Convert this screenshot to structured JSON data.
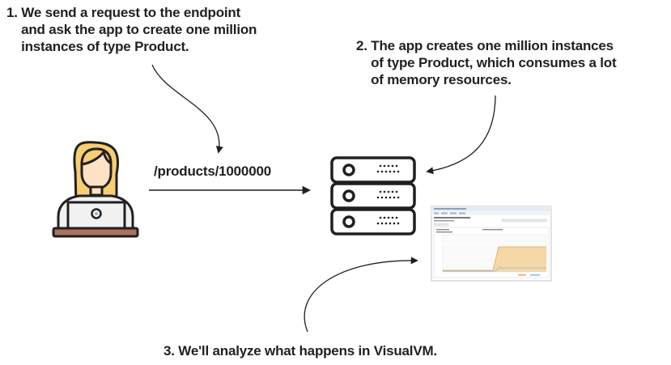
{
  "notes": {
    "step1": "1. We send a request to the endpoint\n    and ask the app to create one million\n    instances of type Product.",
    "step2": "2. The app creates one million instances\n    of type Product, which consumes a lot\n    of memory resources.",
    "step3": "3. We'll analyze what happens in VisualVM."
  },
  "request": {
    "endpoint": "/products/1000000"
  },
  "icons": {
    "user": "user-at-laptop-icon",
    "server": "server-rack-icon",
    "tool": "visualvm-screenshot-icon"
  },
  "colors": {
    "outline": "#231f20",
    "hair": "#f6cf73",
    "skin": "#fde2c6",
    "laptop": "#f1f1f2",
    "table": "#a9725e",
    "heap_fill": "#f6d7a6",
    "heap_line": "#e8a04d",
    "used_line": "#7bbfe6"
  }
}
